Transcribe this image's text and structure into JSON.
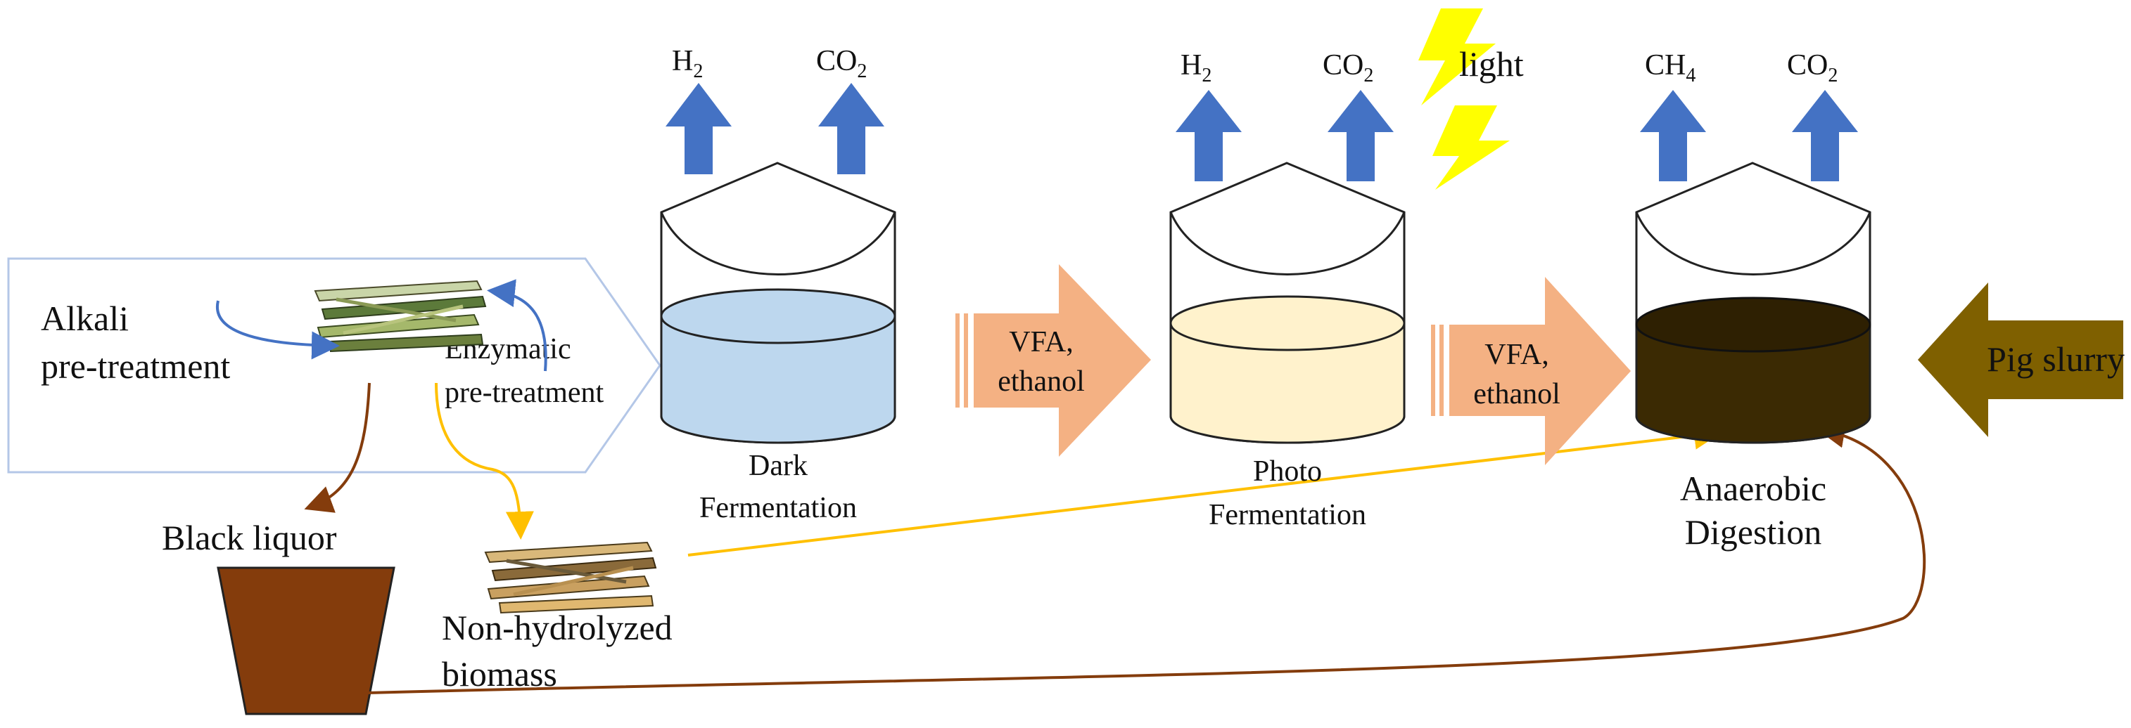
{
  "diagram": {
    "pretreatment": {
      "alkali_line1": "Alkali",
      "alkali_line2": "pre-treatment",
      "enzymatic_line1": "Enzymatic",
      "enzymatic_line2": "pre-treatment"
    },
    "black_liquor": "Black liquor",
    "non_hydrolyzed_line1": "Non-hydrolyzed",
    "non_hydrolyzed_line2": "biomass",
    "reactors": [
      {
        "gases": [
          {
            "main": "H",
            "sub": "2"
          },
          {
            "main": "CO",
            "sub": "2"
          }
        ],
        "label_line1": "Dark",
        "label_line2": "Fermentation",
        "liquid_color": "#bdd7ee"
      },
      {
        "gases": [
          {
            "main": "H",
            "sub": "2"
          },
          {
            "main": "CO",
            "sub": "2"
          }
        ],
        "label_line1": "Photo",
        "label_line2": "Fermentation",
        "liquid_color": "#fff2cc"
      },
      {
        "gases": [
          {
            "main": "CH",
            "sub": "4"
          },
          {
            "main": "CO",
            "sub": "2"
          }
        ],
        "label_line1": "Anaerobic",
        "label_line2": "Digestion",
        "liquid_color": "#3b2a03"
      }
    ],
    "transfer_arrows": [
      {
        "line1": "VFA,",
        "line2": "ethanol"
      },
      {
        "line1": "VFA,",
        "line2": "ethanol"
      }
    ],
    "light": "light",
    "pig_slurry": "Pig slurry",
    "colors": {
      "gas_arrow": "#4472c4",
      "flow_arrow": "#f4b183",
      "pig_arrow": "#7f6000",
      "lightning": "#ffff00",
      "brown_line": "#843c0c",
      "yellow_line": "#ffc000",
      "blue_curve": "#4472c4",
      "black_liquor_pot": "#843c0c",
      "panel_border": "#b4c7e7"
    }
  }
}
